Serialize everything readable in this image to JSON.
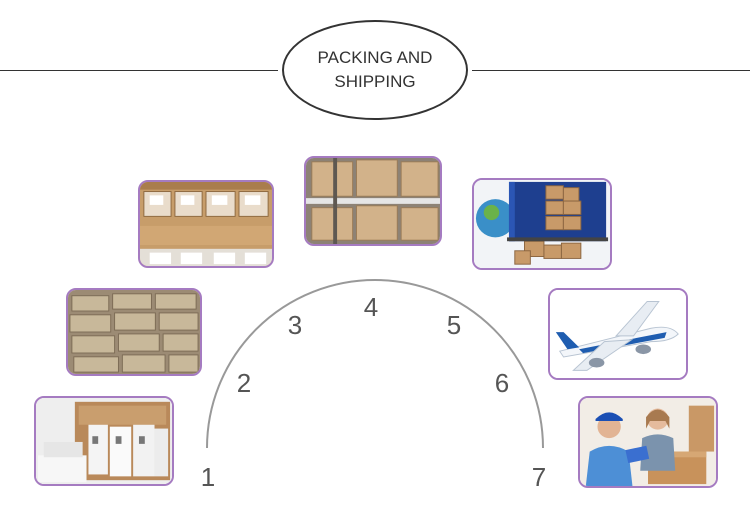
{
  "title": {
    "line1": "PACKING AND",
    "line2": "SHIPPING"
  },
  "steps": [
    "1",
    "2",
    "3",
    "4",
    "5",
    "6",
    "7"
  ],
  "colors": {
    "frame": "#a57bc1",
    "rule": "#333333",
    "arc": "#999999",
    "number": "#555555"
  },
  "photos": [
    {
      "icon": "packed-products-photo"
    },
    {
      "icon": "box-rows-photo"
    },
    {
      "icon": "cartons-in-boxes-photo"
    },
    {
      "icon": "warehouse-shelf-photo"
    },
    {
      "icon": "truck-loading-photo"
    },
    {
      "icon": "airplane-photo"
    },
    {
      "icon": "courier-delivery-photo"
    }
  ]
}
